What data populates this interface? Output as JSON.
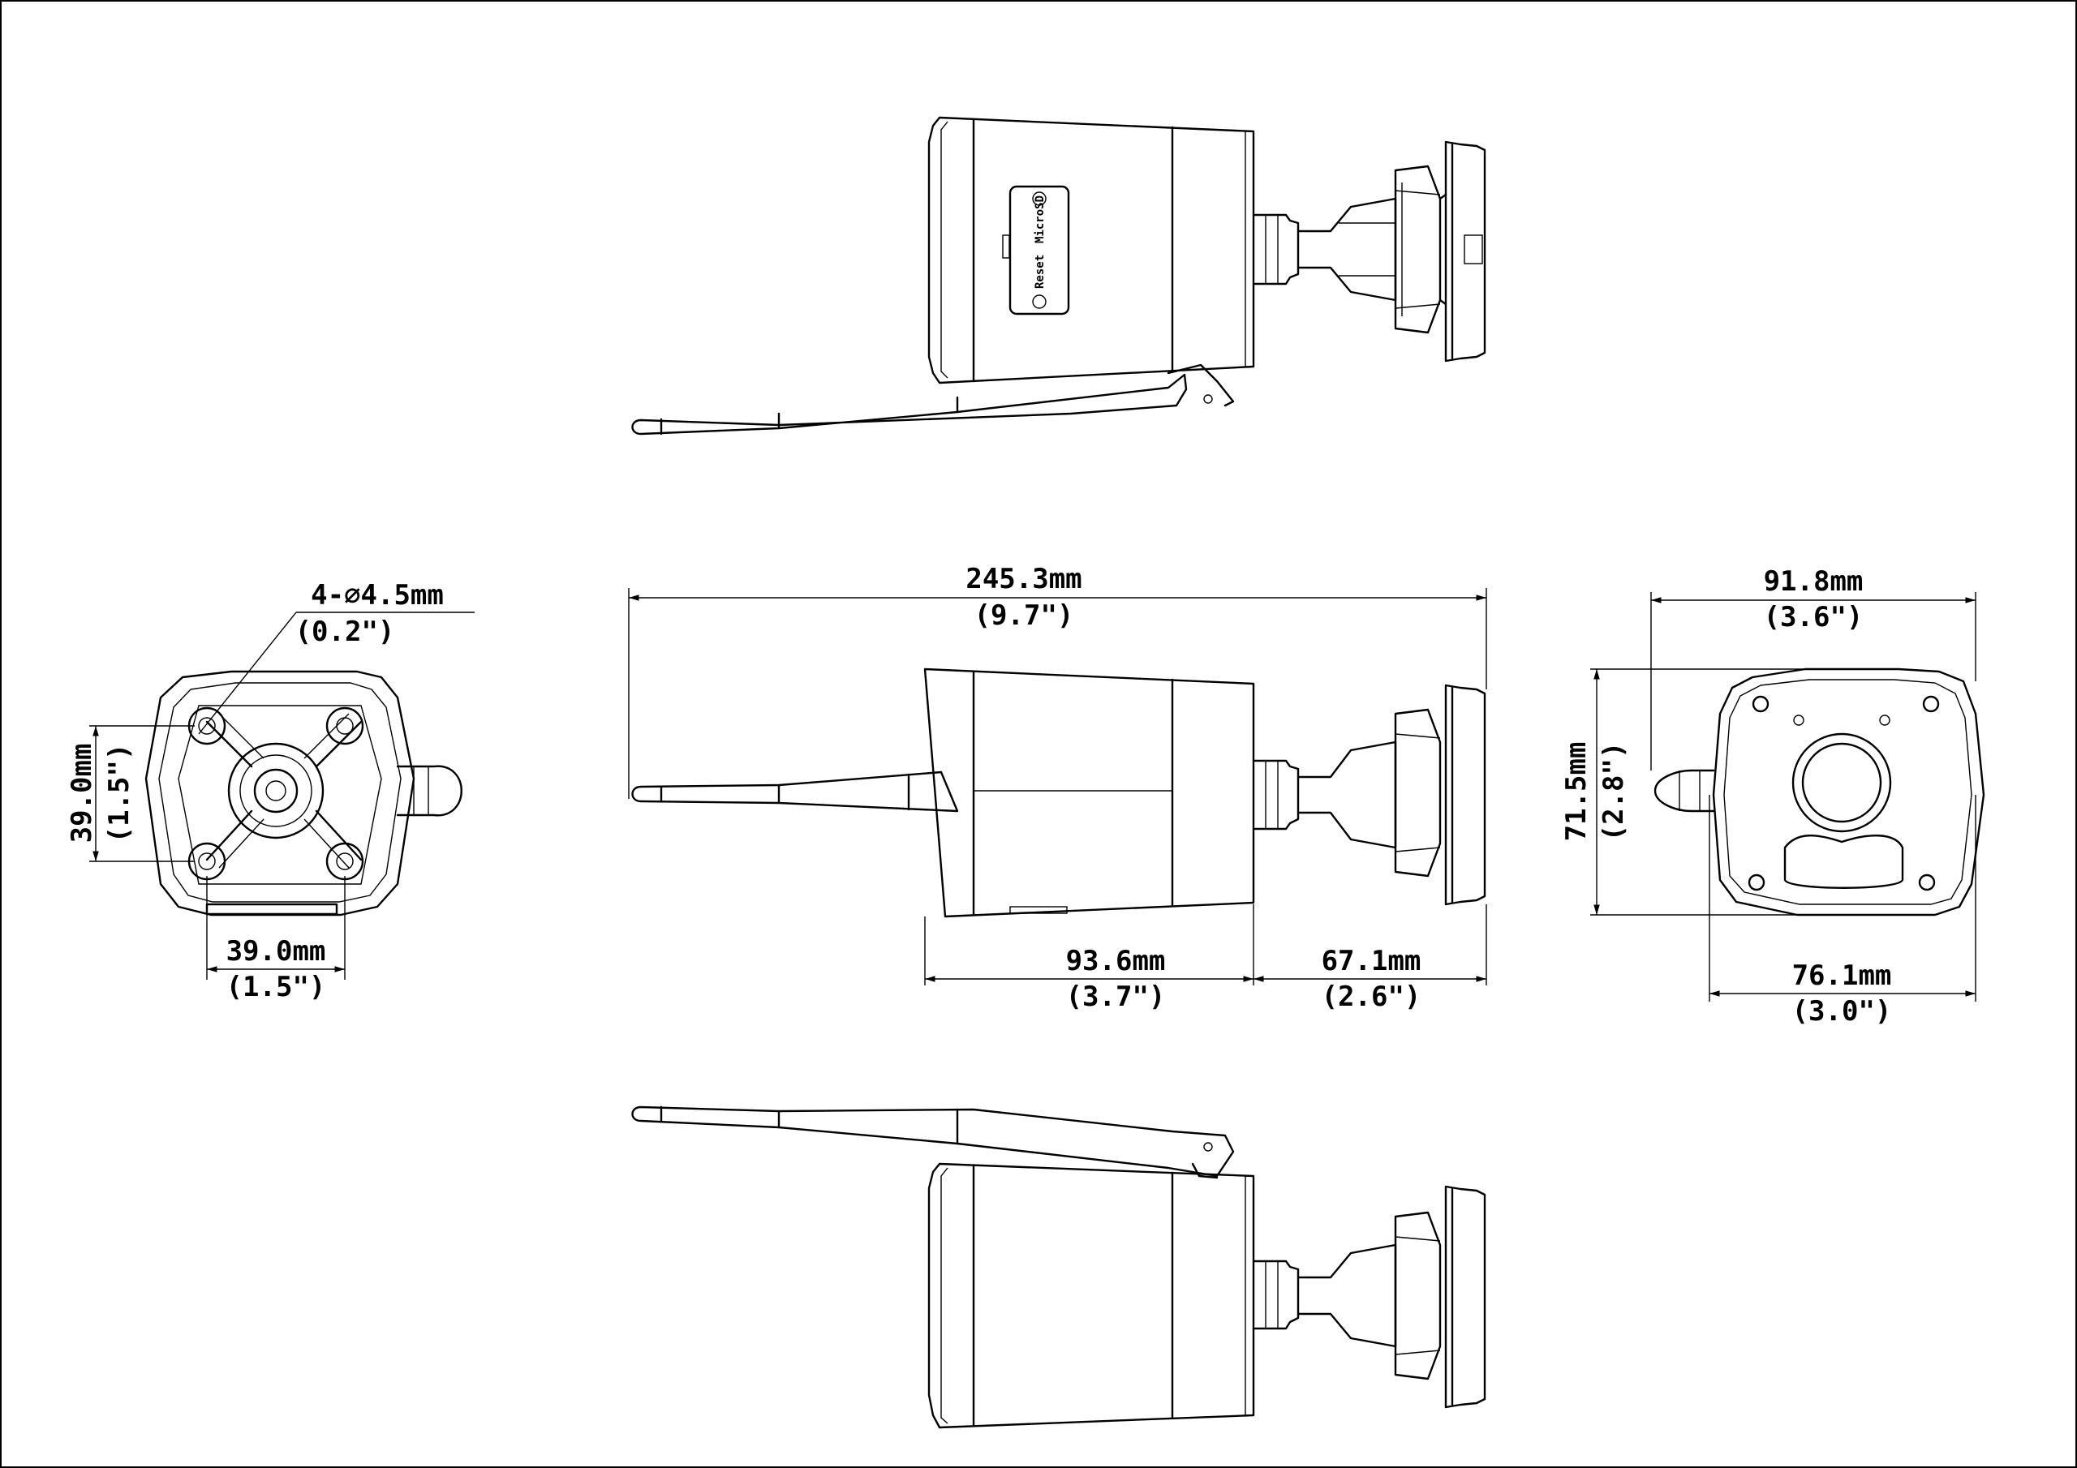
{
  "drawing": {
    "side_top": {
      "label_reset": "Reset",
      "label_microsd": "MicroSD"
    },
    "rear_view": {
      "hole_spec": "4-∅4.5mm",
      "hole_spec_in": "(0.2\")",
      "vert_mm": "39.0mm",
      "vert_in": "(1.5\")",
      "horiz_mm": "39.0mm",
      "horiz_in": "(1.5\")"
    },
    "side_view": {
      "length_mm": "245.3mm",
      "length_in": "(9.7\")",
      "body_mm": "93.6mm",
      "body_in": "(3.7\")",
      "mount_mm": "67.1mm",
      "mount_in": "(2.6\")"
    },
    "front_view": {
      "width_mm": "91.8mm",
      "width_in": "(3.6\")",
      "height_mm": "71.5mm",
      "height_in": "(2.8\")",
      "base_mm": "76.1mm",
      "base_in": "(3.0\")"
    }
  }
}
